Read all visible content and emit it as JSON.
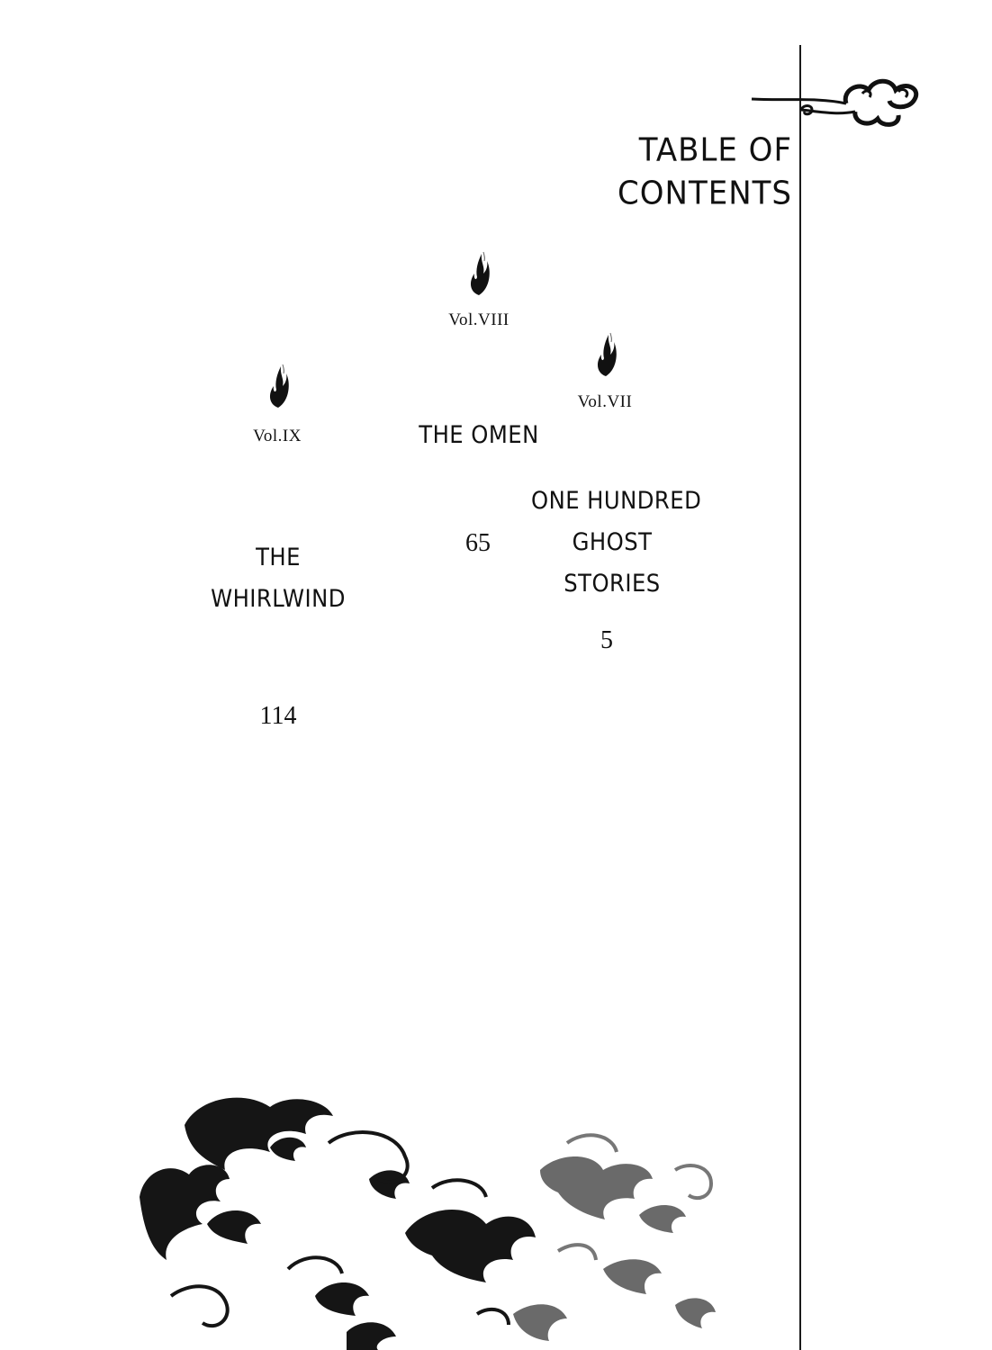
{
  "title": {
    "line1": "TABLE OF",
    "line2": "CONTENTS"
  },
  "entries": [
    {
      "volume": "Vol.VII",
      "story": {
        "line1": "ONE HUNDRED",
        "line2": "GHOST",
        "line3": "STORIES"
      },
      "page": "5"
    },
    {
      "volume": "Vol.VIII",
      "story": {
        "line1": "THE OMEN"
      },
      "page": "65"
    },
    {
      "volume": "Vol.IX",
      "story": {
        "line1": "THE",
        "line2": "WHIRLWIND"
      },
      "page": "114"
    }
  ],
  "decorations": {
    "flame_icon": "flame-icon",
    "swirl_icon": "cloud-swirl-ornament",
    "cloud_icon": "ink-cloud-pattern",
    "ink_color": "#111111"
  }
}
